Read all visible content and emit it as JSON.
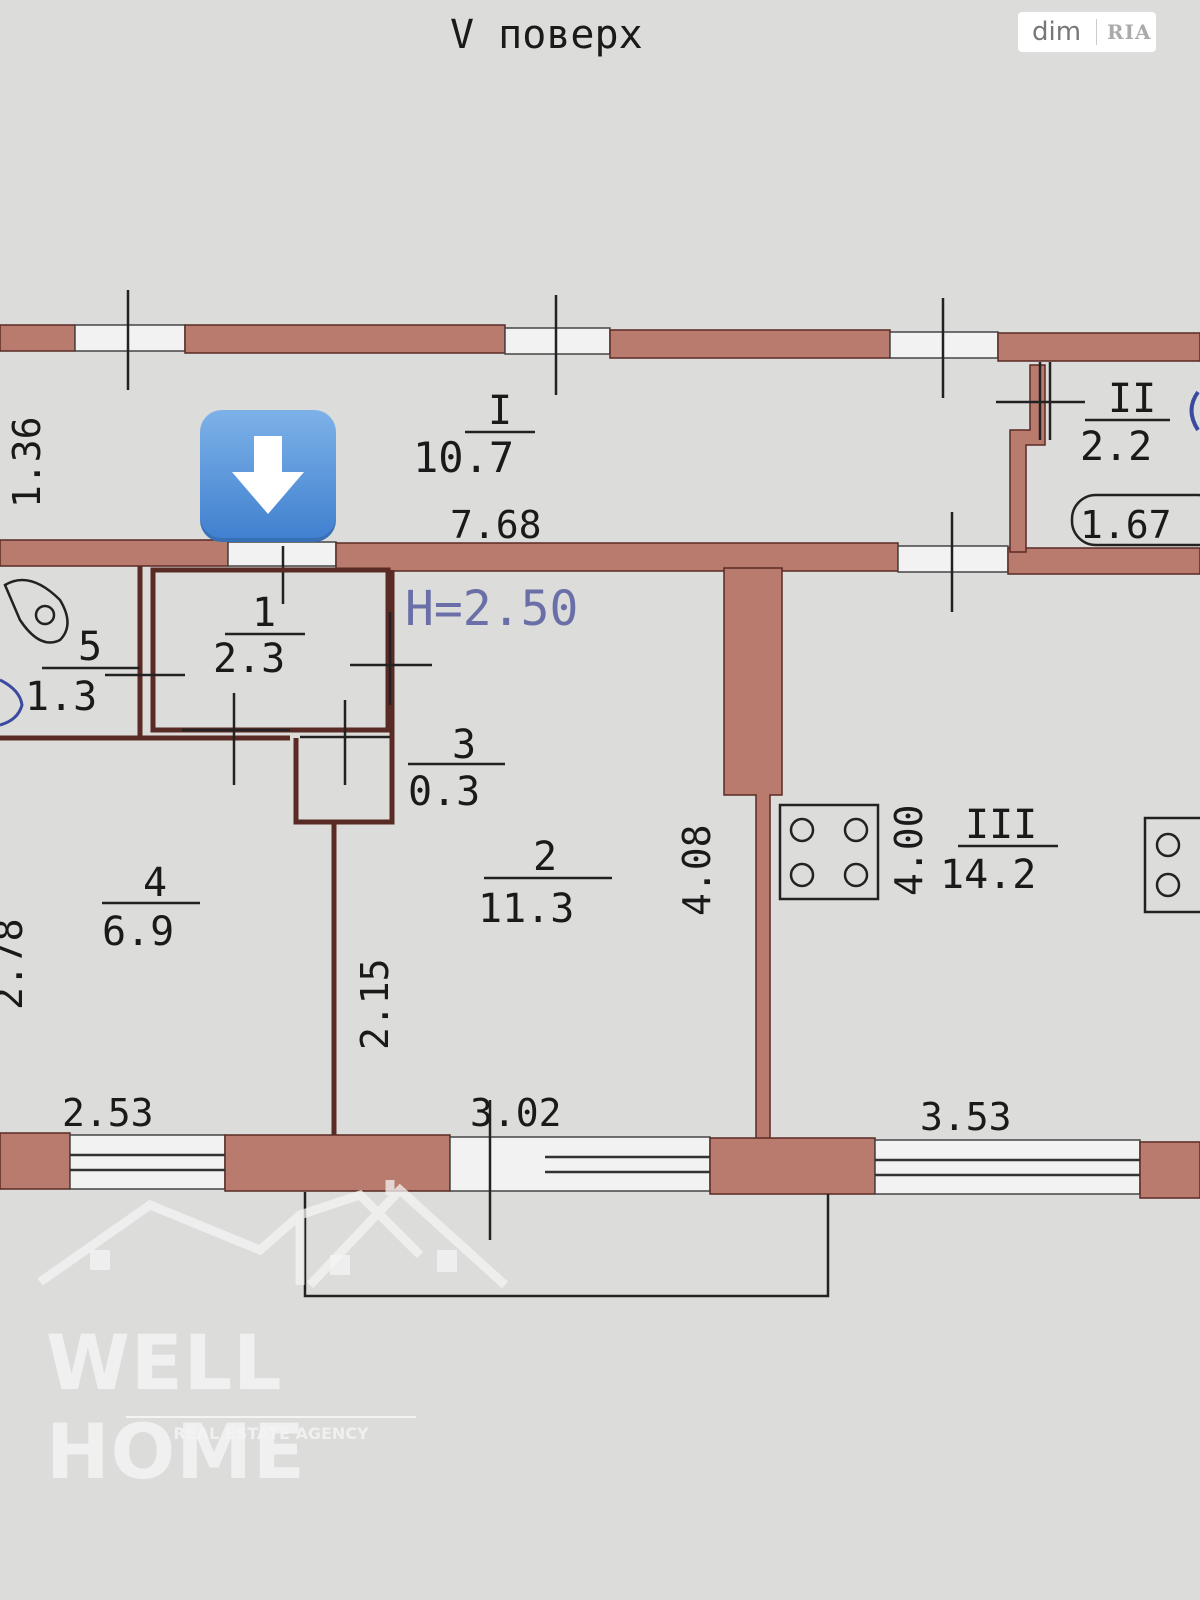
{
  "floor_title": "V поверх",
  "badge": {
    "dim": "dim",
    "ria": "RIA"
  },
  "ceiling_height": "H=2.50",
  "rooms": [
    {
      "id": "I",
      "area": "10.7"
    },
    {
      "id": "II",
      "area": "2.2"
    },
    {
      "id": "1",
      "area": "2.3"
    },
    {
      "id": "5",
      "area": "1.3"
    },
    {
      "id": "3",
      "area": "0.3"
    },
    {
      "id": "2",
      "area": "11.3"
    },
    {
      "id": "4",
      "area": "6.9"
    },
    {
      "id": "III",
      "area": "14.2"
    }
  ],
  "dimensions": {
    "top_left_vertical": "1.36",
    "corridor_length": "7.68",
    "storage_width": "1.67",
    "room2_height": "4.08",
    "room3_height": "4.00",
    "room4_height": "2.78",
    "bottom_left_vertical": "2.15",
    "room4_width": "2.53",
    "room2_width": "3.02",
    "room3_width": "3.53"
  },
  "watermark": {
    "brand": "WELL HOME",
    "tagline": "REAL ESTATE AGENCY"
  },
  "icons": {
    "arrow": "down-arrow-icon",
    "stove": "stove-icon",
    "toilet": "toilet-icon"
  },
  "colors": {
    "wall": "#b87b6e",
    "background": "#dcdcda",
    "arrow": "#4a8ad8"
  }
}
